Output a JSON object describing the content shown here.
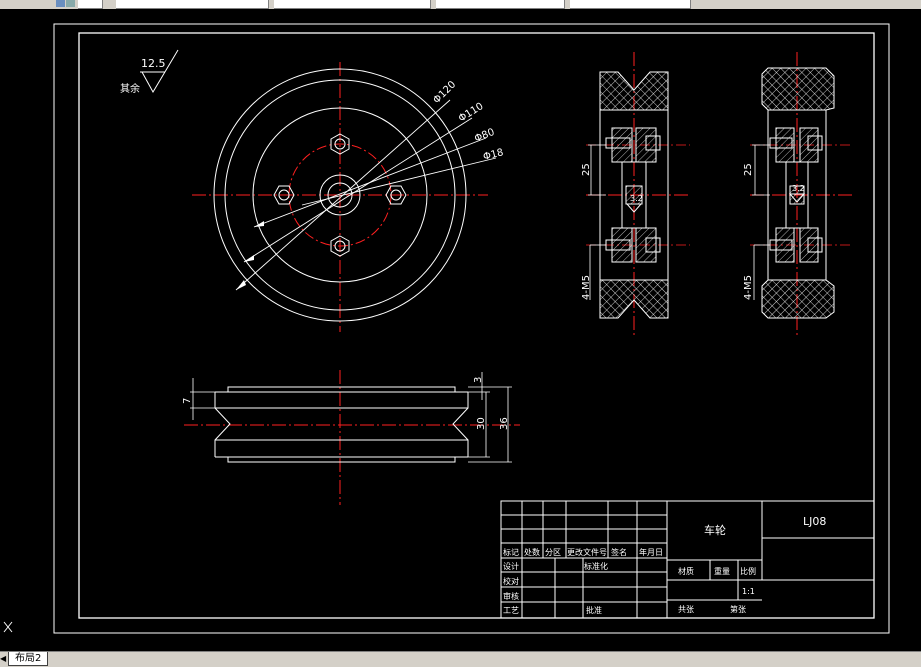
{
  "drawing": {
    "roughness_value": "12.5",
    "remaining_note": "其余",
    "dimensions": {
      "d120": "Φ120",
      "d110": "Φ110",
      "d80": "Φ80",
      "d18": "Φ18",
      "width_36": "36",
      "width_30": "30",
      "groove_7": "7",
      "groove_3": "3",
      "section_25_a": "25",
      "section_25_b": "25",
      "bolt_a": "4-M5",
      "bolt_b": "4-M5",
      "finish_a": "3.2",
      "finish_b": "3.2"
    }
  },
  "title_block": {
    "part_name": "车轮",
    "drawing_number": "LJ08",
    "col_headers": [
      "标记",
      "处数",
      "分区",
      "更改文件号",
      "签名",
      "年月日"
    ],
    "row_labels": [
      "设计",
      "校对",
      "审核",
      "工艺"
    ],
    "standardization": "标准化",
    "approve": "批准",
    "material": "材质",
    "weight": "重量",
    "scale_label": "比例",
    "scale_value": "1:1",
    "sheets_total": "共张",
    "sheet_no": "第张"
  },
  "layout_tabs": {
    "active_tab": "布局2"
  },
  "colors": {
    "background": "#000000",
    "line": "#ffffff",
    "centerline": "#ff2020",
    "hatch": "#ffffff"
  }
}
